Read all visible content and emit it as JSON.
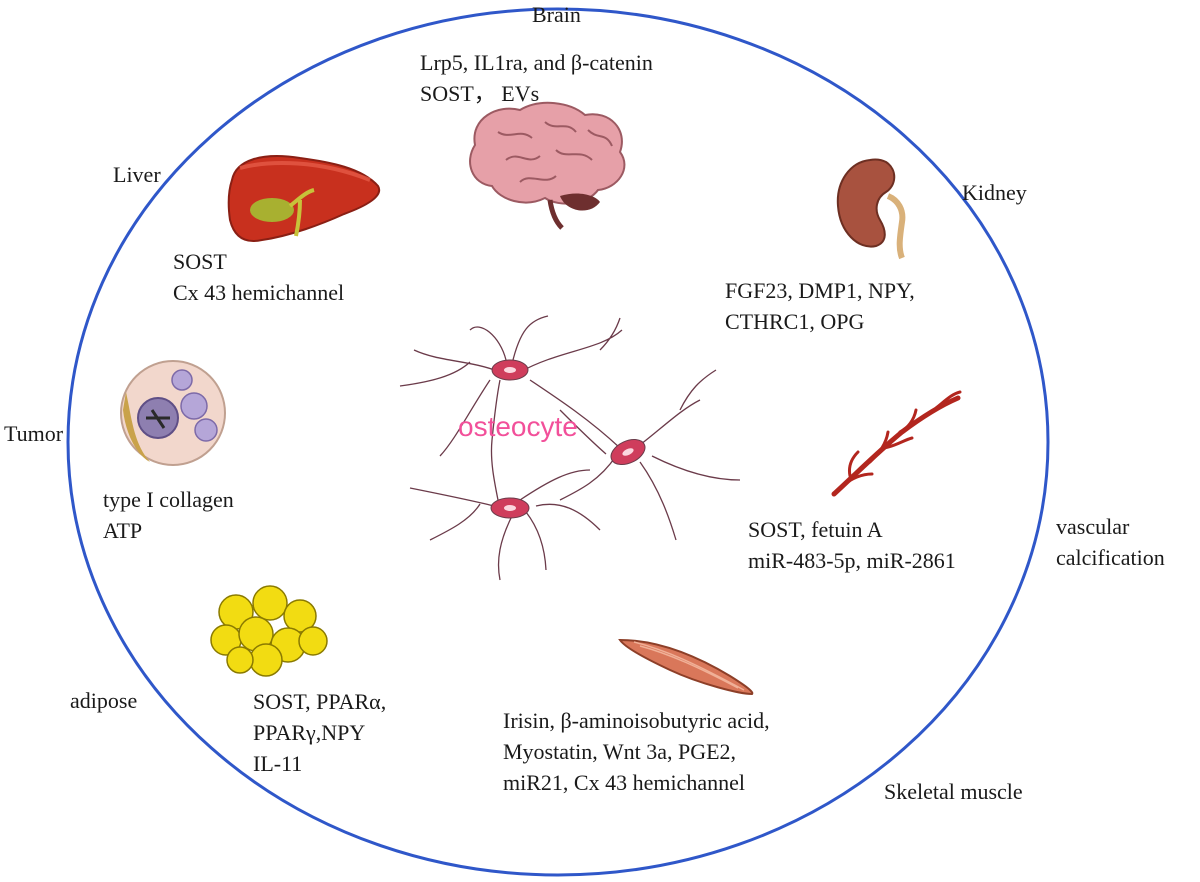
{
  "colors": {
    "outline": "#2f57c9",
    "center_text": "#f2509a",
    "liver": "#c8301e",
    "brain": "#e6a0a8",
    "kidney": "#a8523f",
    "vessel": "#b3261e",
    "muscle": "#d9775a",
    "fat": "#f2dc12",
    "osteocyte": "#cf3d5c"
  },
  "icons": [
    "brain-icon",
    "liver-icon",
    "kidney-icon",
    "tumor-icon",
    "vessel-icon",
    "adipose-icon",
    "muscle-icon",
    "osteocyte-network-icon"
  ],
  "center_label": "osteocyte",
  "organs": {
    "brain": {
      "name": "Brain",
      "factors": [
        "Lrp5, IL1ra, and β-catenin",
        "SOST， EVs"
      ]
    },
    "liver": {
      "name": "Liver",
      "factors": [
        "SOST",
        "Cx 43 hemichannel"
      ]
    },
    "kidney": {
      "name": "Kidney",
      "factors": [
        "FGF23, DMP1, NPY,",
        "CTHRC1, OPG"
      ]
    },
    "tumor": {
      "name": "Tumor",
      "factors": [
        "type I collagen",
        "ATP"
      ]
    },
    "vascular": {
      "name_lines": [
        "vascular",
        "calcification"
      ],
      "factors": [
        "SOST,  fetuin A",
        "miR-483-5p, miR-2861"
      ]
    },
    "adipose": {
      "name": "adipose",
      "factors": [
        "SOST,  PPARα,",
        "PPARγ,NPY",
        "IL-11"
      ]
    },
    "muscle": {
      "name": "Skeletal muscle",
      "factors": [
        "Irisin, β-aminoisobutyric acid,",
        "Myostatin, Wnt 3a, PGE2,",
        "miR21, Cx 43 hemichannel"
      ]
    }
  }
}
